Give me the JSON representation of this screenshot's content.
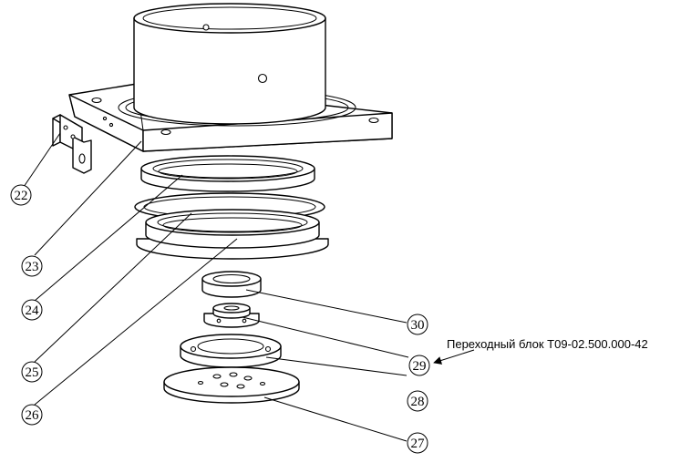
{
  "callouts": {
    "c22": "22",
    "c23": "23",
    "c24": "24",
    "c25": "25",
    "c26": "26",
    "c27": "27",
    "c28": "28",
    "c29": "29",
    "c30": "30"
  },
  "annotation": {
    "text": "Переходный блок Т09-02.500.000-42"
  }
}
